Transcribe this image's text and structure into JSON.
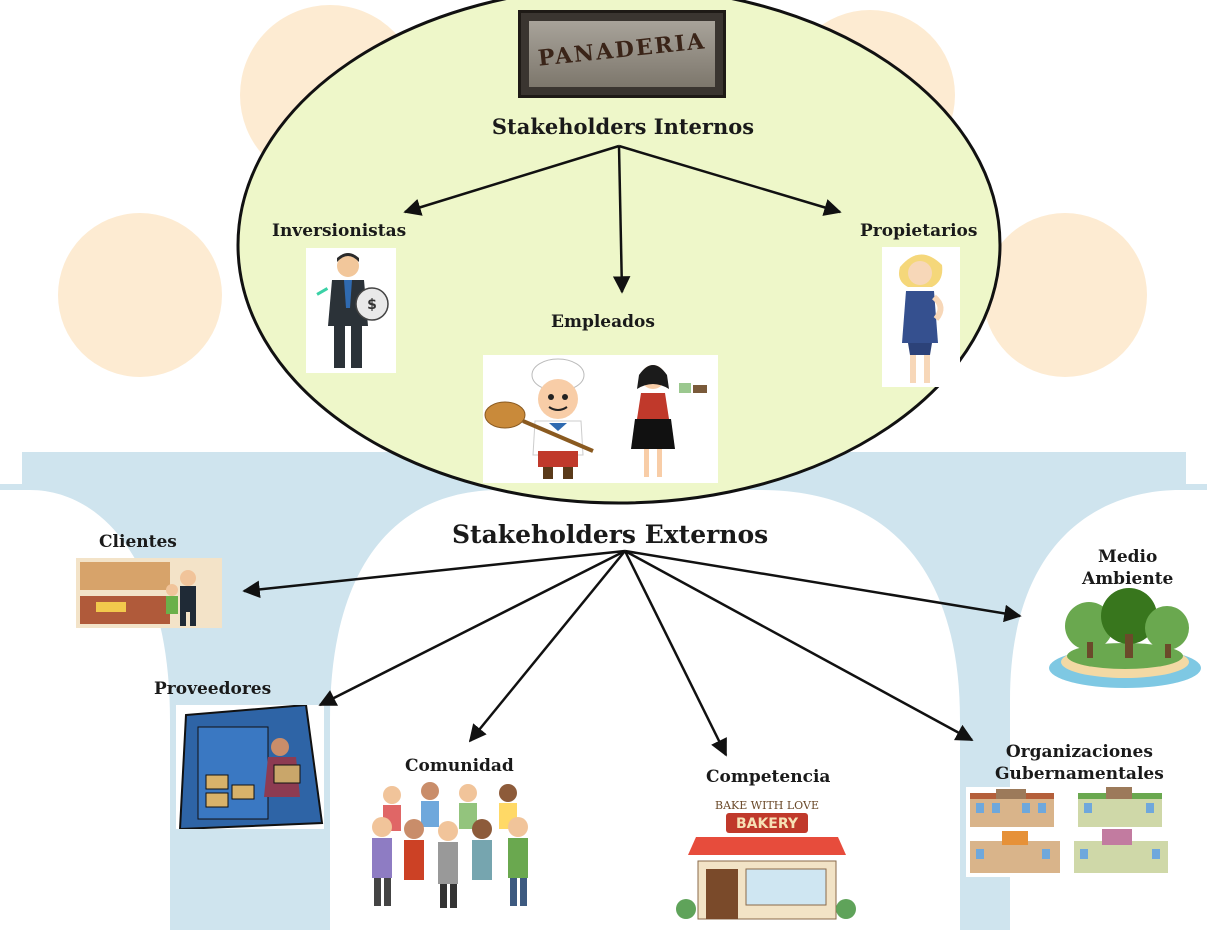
{
  "colors": {
    "ellipse_fill": "#eef7c9",
    "ellipse_stroke": "#111111",
    "peach": "#fdebd2",
    "arch_blue": "#cfe4ee",
    "arrow": "#111111"
  },
  "logo": {
    "text": "PANADERIA"
  },
  "internal": {
    "title": "Stakeholders Internos",
    "items": [
      "Inversionistas",
      "Empleados",
      "Propietarios"
    ]
  },
  "external": {
    "title": "Stakeholders Externos",
    "clientes": "Clientes",
    "proveedores": "Proveedores",
    "comunidad": "Comunidad",
    "competencia": "Competencia",
    "medio_line1": "Medio",
    "medio_line2": "Ambiente",
    "org_line1": "Organizaciones",
    "org_line2": "Gubernamentales",
    "sign_bake": "BAKE WITH LOVE",
    "sign_bakery": "BAKERY"
  }
}
